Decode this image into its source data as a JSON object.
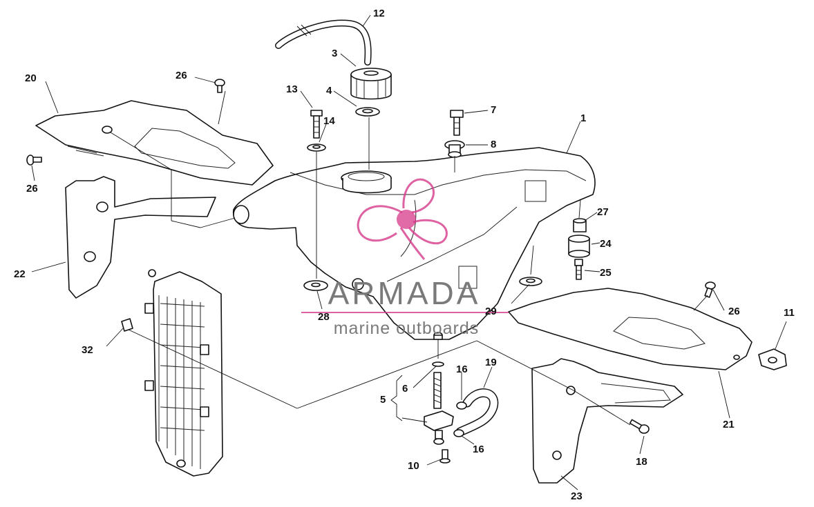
{
  "watermark": {
    "brand": "ARMADA",
    "tagline": "marine outboards",
    "accent_color": "#d63a8a"
  },
  "callouts": [
    {
      "id": "c1",
      "text": "1"
    },
    {
      "id": "c3",
      "text": "3"
    },
    {
      "id": "c4",
      "text": "4"
    },
    {
      "id": "c5",
      "text": "5"
    },
    {
      "id": "c6",
      "text": "6"
    },
    {
      "id": "c7",
      "text": "7"
    },
    {
      "id": "c8",
      "text": "8"
    },
    {
      "id": "c10",
      "text": "10"
    },
    {
      "id": "c11",
      "text": "11"
    },
    {
      "id": "c12",
      "text": "12"
    },
    {
      "id": "c13",
      "text": "13"
    },
    {
      "id": "c14",
      "text": "14"
    },
    {
      "id": "c16a",
      "text": "16"
    },
    {
      "id": "c16b",
      "text": "16"
    },
    {
      "id": "c18",
      "text": "18"
    },
    {
      "id": "c19",
      "text": "19"
    },
    {
      "id": "c20",
      "text": "20"
    },
    {
      "id": "c21",
      "text": "21"
    },
    {
      "id": "c22",
      "text": "22"
    },
    {
      "id": "c23",
      "text": "23"
    },
    {
      "id": "c24",
      "text": "24"
    },
    {
      "id": "c25",
      "text": "25"
    },
    {
      "id": "c26a",
      "text": "26"
    },
    {
      "id": "c26b",
      "text": "26"
    },
    {
      "id": "c26c",
      "text": "26"
    },
    {
      "id": "c27",
      "text": "27"
    },
    {
      "id": "c28",
      "text": "28"
    },
    {
      "id": "c29",
      "text": "29"
    },
    {
      "id": "c32",
      "text": "32"
    }
  ]
}
